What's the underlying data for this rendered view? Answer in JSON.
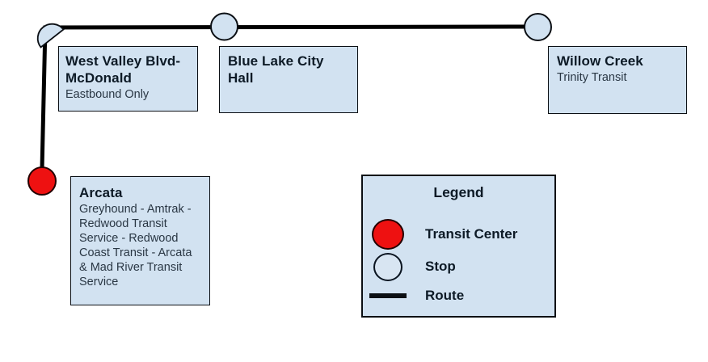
{
  "colors": {
    "background": "#ffffff",
    "box_fill": "#d2e2f1",
    "box_border": "#000000",
    "stop_fill": "#d2e2f1",
    "stop_border": "#000000",
    "transit_center_fill": "#ee1111",
    "route": "#000000",
    "title_text": "#0d1a26",
    "body_text": "#2a3744"
  },
  "stops": {
    "west_valley": {
      "title": "West Valley Blvd-McDonald",
      "subtitle": "Eastbound Only"
    },
    "blue_lake": {
      "title": "Blue Lake City Hall"
    },
    "willow_creek": {
      "title": "Willow Creek",
      "subtitle": "Trinity Transit"
    },
    "arcata": {
      "title": "Arcata",
      "subtitle": "Greyhound - Amtrak - Redwood Transit Service - Redwood Coast Transit - Arcata & Mad River Transit Service"
    }
  },
  "legend": {
    "title": "Legend",
    "items": [
      {
        "symbol": "transit-center",
        "label": "Transit Center"
      },
      {
        "symbol": "stop",
        "label": "Stop"
      },
      {
        "symbol": "route",
        "label": "Route"
      }
    ]
  }
}
